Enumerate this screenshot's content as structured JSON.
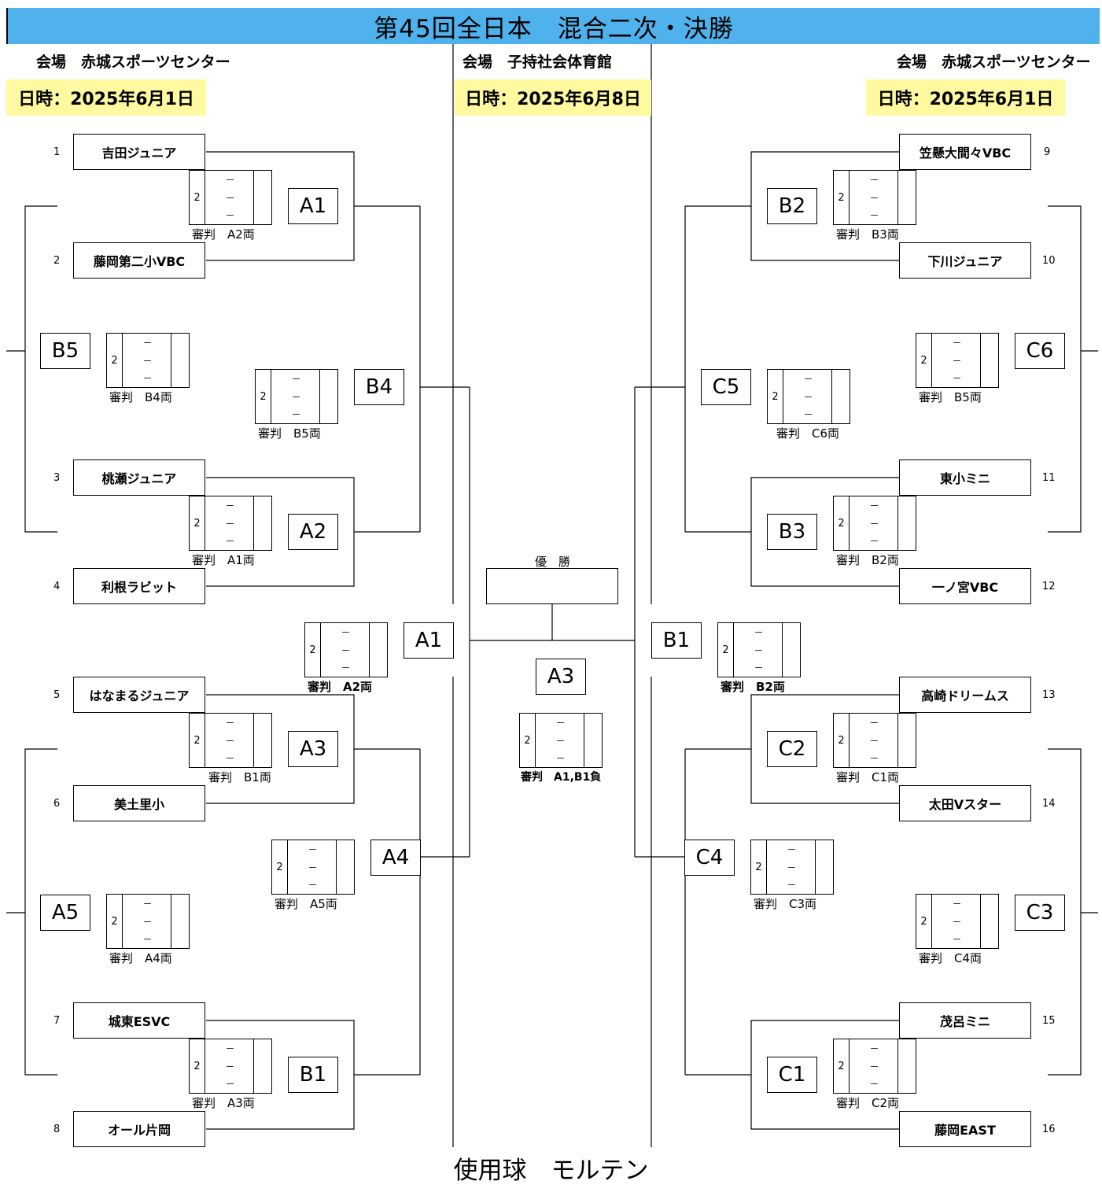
{
  "title": "第45回全日本　混合二次・決勝",
  "left": {
    "venue": "会場　赤城スポーツセンター",
    "date": "日時：2025年6月1日"
  },
  "center": {
    "venue": "会場　子持社会体育館",
    "date": "日時：2025年6月8日"
  },
  "right": {
    "venue": "会場　赤城スポーツセンター",
    "date": "日時：2025年6月1日"
  },
  "champion_label": "優　勝",
  "footer": "使用球　モルテン",
  "teams": [
    {
      "seed": "1",
      "name": "吉田ジュニア"
    },
    {
      "seed": "2",
      "name": "藤岡第二小VBC"
    },
    {
      "seed": "3",
      "name": "桃瀬ジュニア"
    },
    {
      "seed": "4",
      "name": "利根ラビット"
    },
    {
      "seed": "5",
      "name": "はなまるジュニア"
    },
    {
      "seed": "6",
      "name": "美土里小"
    },
    {
      "seed": "7",
      "name": "城東ESVC"
    },
    {
      "seed": "8",
      "name": "オール片岡"
    },
    {
      "seed": "9",
      "name": "笠懸大間々VBC"
    },
    {
      "seed": "10",
      "name": "下川ジュニア"
    },
    {
      "seed": "11",
      "name": "東小ミニ"
    },
    {
      "seed": "12",
      "name": "一ノ宮VBC"
    },
    {
      "seed": "13",
      "name": "高崎ドリームス"
    },
    {
      "seed": "14",
      "name": "太田Vスター"
    },
    {
      "seed": "15",
      "name": "茂呂ミニ"
    },
    {
      "seed": "16",
      "name": "藤岡EAST"
    }
  ],
  "match_labels": [
    "A1",
    "A2",
    "A3",
    "B1",
    "B4",
    "A4",
    "B5",
    "A5",
    "A1",
    "B1",
    "A3",
    "B2",
    "B3",
    "C2",
    "C1",
    "C5",
    "C4",
    "C6",
    "C3"
  ],
  "score_sets": "2",
  "score_dash": "－",
  "referees": [
    "審判　A2両",
    "審判　A1両",
    "審判　B1両",
    "審判　A3両",
    "審判　B5両",
    "審判　A5両",
    "審判　B4両",
    "審判　A4両",
    "審判　A2両",
    "審判　B2両",
    "審判　A1,B1負",
    "審判　B3両",
    "審判　B2両",
    "審判　C1両",
    "審判　C2両",
    "審判　C6両",
    "審判　C3両",
    "審判　B5両",
    "審判　C4両"
  ]
}
